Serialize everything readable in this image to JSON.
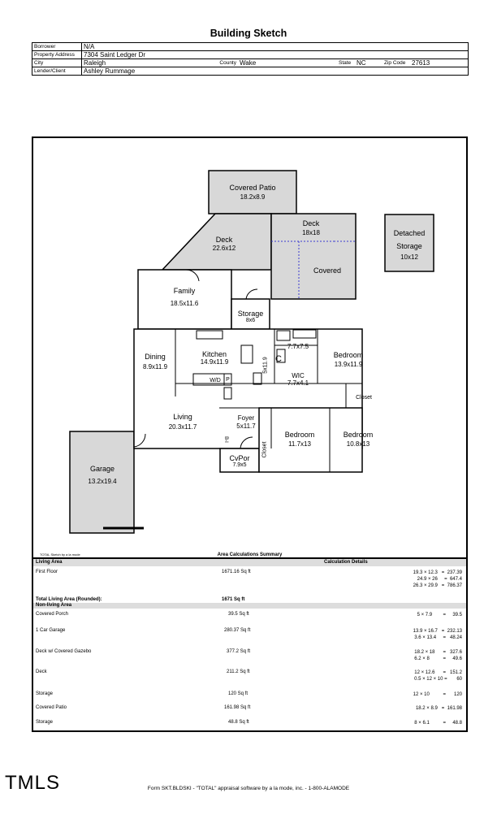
{
  "header": {
    "title": "Building Sketch",
    "borrower_label": "Borrower",
    "borrower": "N/A",
    "address_label": "Property Address",
    "address": "7304 Saint Ledger Dr",
    "city_label": "City",
    "city": "Raleigh",
    "county_label": "County",
    "county": "Wake",
    "state_label": "State",
    "state": "NC",
    "zip_label": "Zip Code",
    "zip": "27613",
    "lender_label": "Lender/Client",
    "lender": "Ashley Rummage"
  },
  "rooms": {
    "covered_patio": "Covered Patio",
    "covered_patio_dim": "18.2x8.9",
    "deck_left": "Deck",
    "deck_left_dim": "22.6x12",
    "deck_right": "Deck",
    "deck_right_dim": "18x18",
    "covered": "Covered",
    "detached_storage_1": "Detached",
    "detached_storage_2": "Storage",
    "detached_storage_dim": "10x12",
    "family": "Family",
    "family_dim": "18.5x11.6",
    "storage": "Storage",
    "storage_dim": "8x6",
    "dining": "Dining",
    "dining_dim": "8.9x11.9",
    "kitchen": "Kitchen",
    "kitchen_dim": "14.9x11.9",
    "bath_dim": "7.7x7.5",
    "bath2_dim": "5x11.9",
    "closet_c": "C",
    "wic": "WIC",
    "wic_dim": "7.7x4.1",
    "bedroom1": "Bedroom",
    "bedroom1_dim": "13.9x11.9",
    "closet": "Closet",
    "wd": "W/D",
    "pantry": "P",
    "living": "Living",
    "living_dim": "20.3x11.7",
    "foyer": "Foyer",
    "foyer_dim": "5x11.7",
    "bedroom2": "Bedroom",
    "bedroom2_dim": "11.7x13",
    "bedroom3": "Bedroom",
    "bedroom3_dim": "10.8x13",
    "closet_vertical": "Closet",
    "builtin": "B-I",
    "cvpor": "CvPor",
    "cvpor_dim": "7.9x5",
    "garage": "Garage",
    "garage_dim": "13.2x19.4",
    "credit": "TOTAL Sketch by a la mode"
  },
  "summary": {
    "title": "Area Calculations Summary",
    "living_area_label": "Living Area",
    "calc_details_label": "Calculation Details",
    "first_floor": "First Floor",
    "first_floor_area": "1671.16 Sq ft",
    "first_floor_calc": "19.3 × 12.3   =  237.39\n24.9 × 26     =  647.4\n26.3 × 29.9   =  786.37",
    "total_label": "Total Living Area (Rounded):",
    "total_value": "1671 Sq ft",
    "nonliving_label": "Non-living Area",
    "rows": [
      {
        "name": "Covered Porch",
        "area": "39.5 Sq ft",
        "calc": "5 × 7.9        =     39.5"
      },
      {
        "name": "1 Car Garage",
        "area": "280.37 Sq ft",
        "calc": "13.9 × 16.7   =  232.13\n3.6 × 13.4     =   48.24"
      },
      {
        "name": "Deck w/ Covered Gazebo",
        "area": "377.2 Sq ft",
        "calc": "18.2 × 18      =   327.6\n6.2 × 8          =     49.6"
      },
      {
        "name": "Deck",
        "area": "211.2 Sq ft",
        "calc": "12 × 12.6      =   151.2\n0.5 × 12 × 10 =       60"
      },
      {
        "name": "Storage",
        "area": "120 Sq ft",
        "calc": "12 × 10          =      120"
      },
      {
        "name": "Covered Patio",
        "area": "161.98 Sq ft",
        "calc": "18.2 × 8.9   =  161.98"
      },
      {
        "name": "Storage",
        "area": "48.8 Sq ft",
        "calc": "8 × 6.1          =     48.8"
      }
    ]
  },
  "footer": {
    "logo": "TMLS",
    "form": "Form SKT.BLDSKI - \"TOTAL\" appraisal software by a la mode, inc. - 1-800-ALAMODE"
  }
}
